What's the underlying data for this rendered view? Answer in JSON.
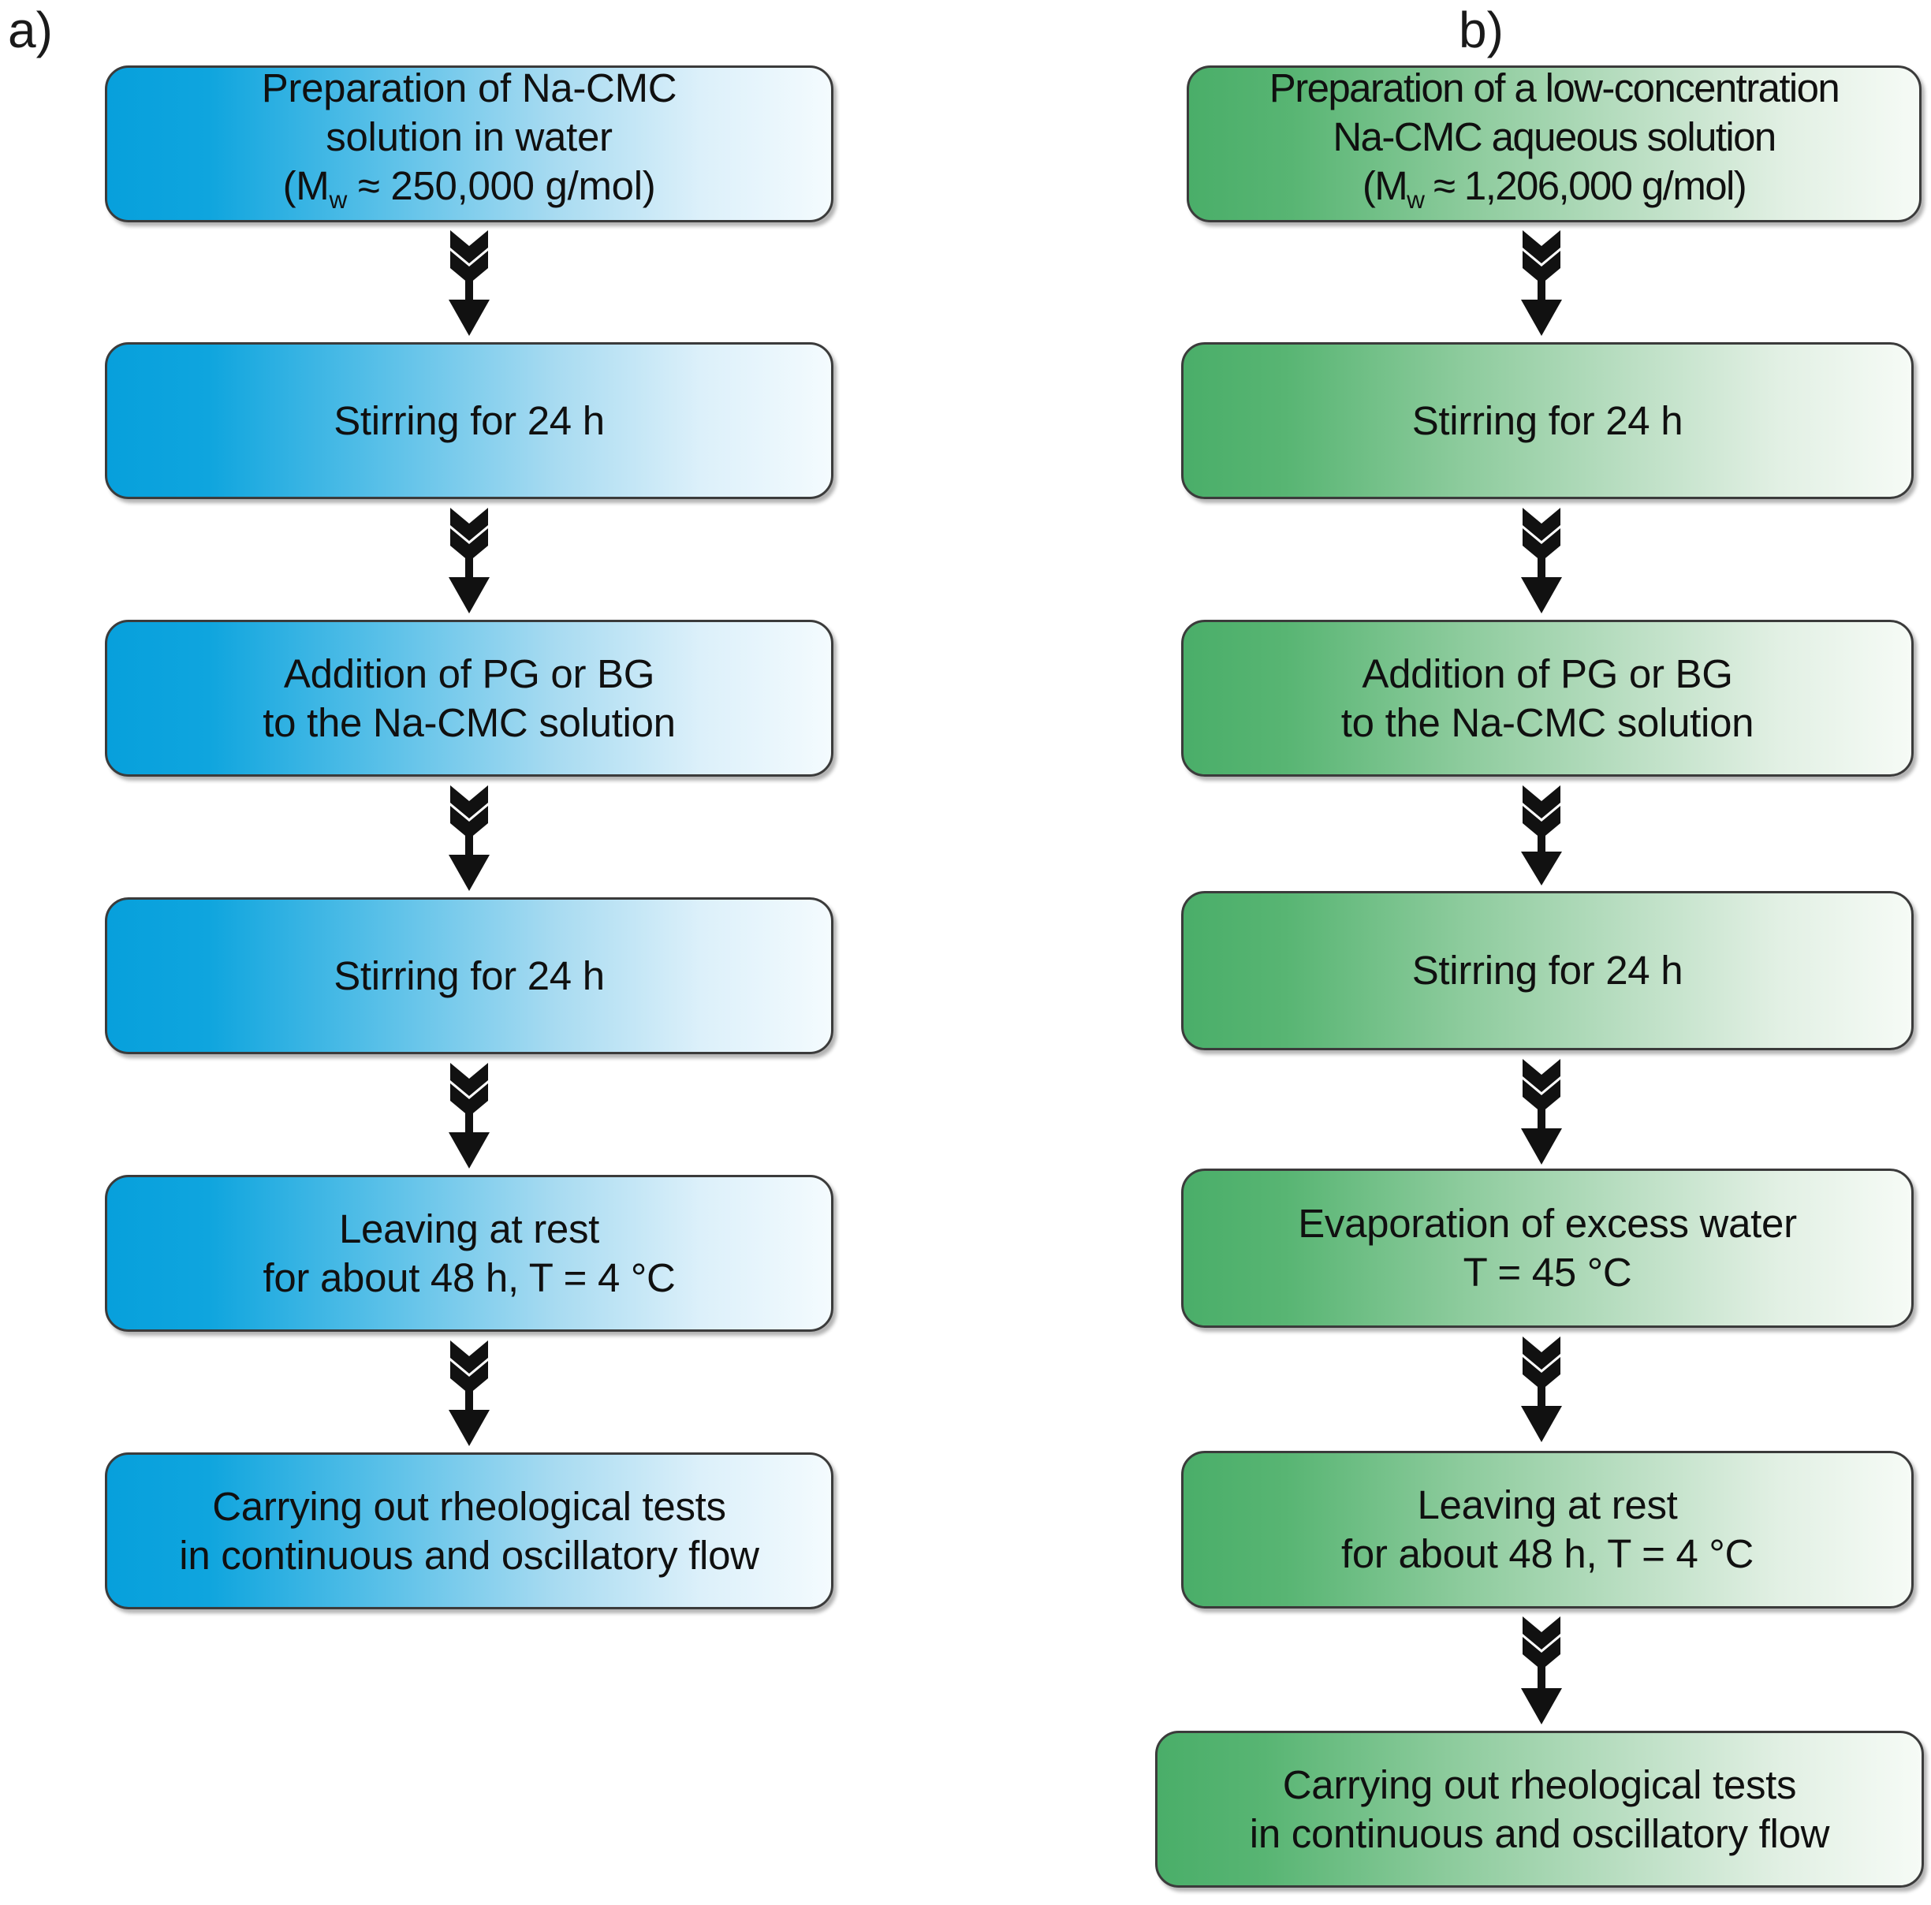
{
  "figure": {
    "type": "flowchart",
    "panels": [
      {
        "id": "a",
        "label": "a)",
        "accent_color": "#07a0dc",
        "steps": [
          {
            "text": "Preparation of Na-CMC\nsolution in water\n(Mw ≈ 250,000 g/mol)"
          },
          {
            "text": "Stirring for 24 h"
          },
          {
            "text": "Addition of PG or BG\nto the Na-CMC solution"
          },
          {
            "text": "Stirring for 24 h"
          },
          {
            "text": "Leaving at rest\nfor about 48 h, T = 4 °C"
          },
          {
            "text": "Carrying out rheological tests\nin continuous and oscillatory flow"
          }
        ]
      },
      {
        "id": "b",
        "label": "b)",
        "accent_color": "#4aae69",
        "steps": [
          {
            "text": "Preparation of a low-concentration\nNa-CMC aqueous solution\n(Mw ≈ 1,206,000 g/mol)"
          },
          {
            "text": "Stirring for 24 h"
          },
          {
            "text": "Addition of PG or BG\nto the Na-CMC solution"
          },
          {
            "text": "Stirring for 24 h"
          },
          {
            "text": "Evaporation of excess water\nT = 45 °C"
          },
          {
            "text": "Leaving at rest\nfor about 48 h, T = 4 °C"
          },
          {
            "text": "Carrying out rheological tests\nin continuous and oscillatory flow"
          }
        ]
      }
    ],
    "connector": {
      "name": "feathered-down-arrow",
      "count_a": 5,
      "count_b": 6
    }
  }
}
